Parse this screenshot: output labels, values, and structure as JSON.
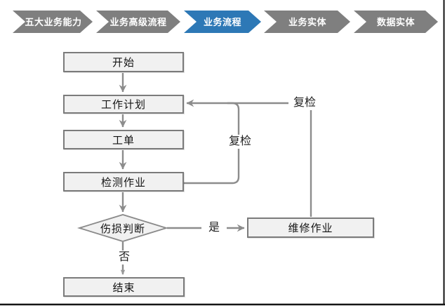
{
  "nav": {
    "items": [
      {
        "label": "五大业务能力",
        "active": false
      },
      {
        "label": "业务高级流程",
        "active": false
      },
      {
        "label": "业务流程",
        "active": true
      },
      {
        "label": "业务实体",
        "active": false
      },
      {
        "label": "数据实体",
        "active": false
      }
    ],
    "colors": {
      "inactive": "#7f7f7f",
      "active": "#2d78b6",
      "text": "#ffffff"
    }
  },
  "flowchart": {
    "nodes": [
      {
        "id": "start",
        "label": "开始",
        "type": "process"
      },
      {
        "id": "plan",
        "label": "工作计划",
        "type": "process"
      },
      {
        "id": "order",
        "label": "工单",
        "type": "process"
      },
      {
        "id": "inspect",
        "label": "检测作业",
        "type": "process"
      },
      {
        "id": "judge",
        "label": "伤损判断",
        "type": "decision"
      },
      {
        "id": "repair",
        "label": "维修作业",
        "type": "process"
      },
      {
        "id": "end",
        "label": "结束",
        "type": "process"
      }
    ],
    "edge_labels": {
      "yes": "是",
      "no": "否",
      "recheck_inner": "复检",
      "recheck_outer": "复检"
    },
    "colors": {
      "node_fill": "#f1f1f1",
      "node_border": "#7b7b7b",
      "connector": "#8c8c8c",
      "text": "#141414"
    }
  }
}
